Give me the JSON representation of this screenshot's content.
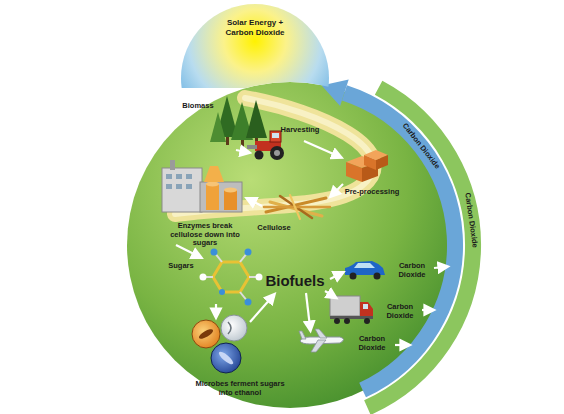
{
  "diagram": {
    "nodes": [
      {
        "text": [
          "Solar Energy + Carbon Dioxide"
        ]
      }
    ],
    "labels": [
      "Biomass",
      "Harvesting",
      "Pre-processing",
      "Cellulose",
      "Enzymes break cellulose down into sugars",
      "Sugars",
      "Biofuels",
      "Microbes ferment sugars into ethanol",
      "Carbon Dioxide",
      "Carbon Dioxide",
      "Carbon Dioxide",
      "Carbon Dioxide",
      "Carbon Dioxide"
    ]
  }
}
